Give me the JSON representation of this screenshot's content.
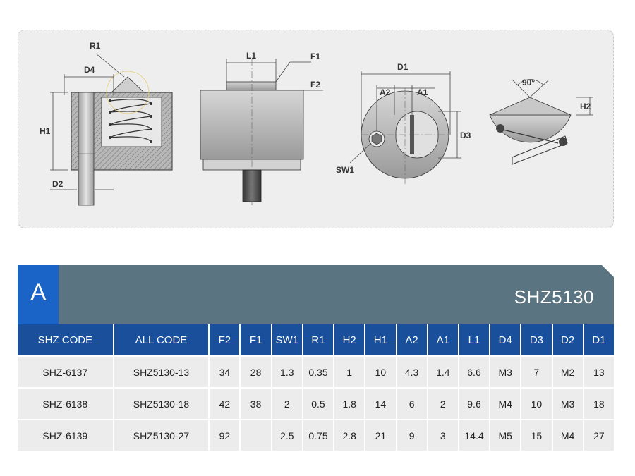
{
  "drawing": {
    "labels": {
      "r1": "R1",
      "d4": "D4",
      "h1": "H1",
      "d2": "D2",
      "l1": "L1",
      "f1": "F1",
      "f2": "F2",
      "d1": "D1",
      "a2": "A2",
      "a1": "A1",
      "d3": "D3",
      "sw1": "SW1",
      "angle": "90°",
      "h2": "H2"
    }
  },
  "series": {
    "letter": "A",
    "title": "SHZ5130"
  },
  "table": {
    "headers": [
      "SHZ CODE",
      "ALL CODE",
      "F2",
      "F1",
      "SW1",
      "R1",
      "H2",
      "H1",
      "A2",
      "A1",
      "L1",
      "D4",
      "D3",
      "D2",
      "D1"
    ],
    "rows": [
      [
        "SHZ-6137",
        "SHZ5130-13",
        "34",
        "28",
        "1.3",
        "0.35",
        "1",
        "10",
        "4.3",
        "1.4",
        "6.6",
        "M3",
        "7",
        "M2",
        "13"
      ],
      [
        "SHZ-6138",
        "SHZ5130-18",
        "42",
        "38",
        "2",
        "0.5",
        "1.8",
        "14",
        "6",
        "2",
        "9.6",
        "M4",
        "10",
        "M3",
        "18"
      ],
      [
        "SHZ-6139",
        "SHZ5130-27",
        "92",
        "",
        "2.5",
        "0.75",
        "2.8",
        "21",
        "9",
        "3",
        "14.4",
        "M5",
        "15",
        "M4",
        "27"
      ]
    ]
  },
  "colors": {
    "header_blue": "#1a4f9c",
    "bar_slate": "#5a7481",
    "badge_blue": "#1a64c8"
  }
}
